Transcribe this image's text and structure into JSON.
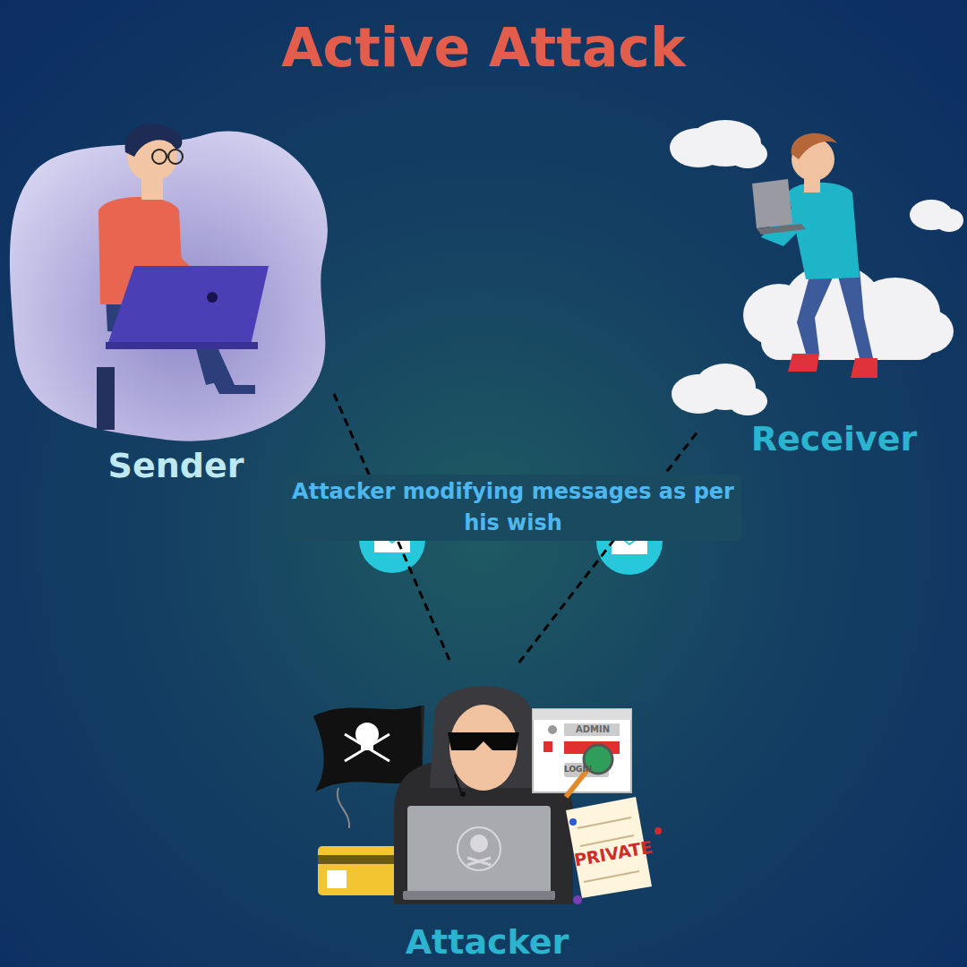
{
  "diagram": {
    "title": "Active Attack",
    "nodes": [
      {
        "text": [
          "Sender"
        ]
      },
      {
        "text": [
          "Receiver"
        ]
      },
      {
        "text": [
          "Attacker"
        ]
      }
    ],
    "edges": [
      {
        "from": 0,
        "to": 2,
        "arrow": "none"
      },
      {
        "from": 2,
        "to": 1,
        "arrow": "none"
      }
    ],
    "labels": [
      "Attacker modifying messages as per his wish",
      "ADMIN",
      "LOGIN",
      "PRIVATE"
    ]
  }
}
